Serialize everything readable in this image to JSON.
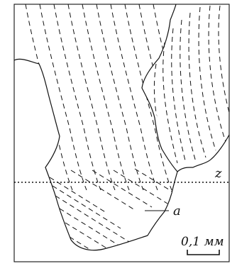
{
  "figure": {
    "labels": {
      "z": "z",
      "a": "a"
    },
    "scale_bar": {
      "label": "0,1 мм"
    }
  },
  "colors": {
    "ink": "#111111",
    "background": "#ffffff"
  }
}
